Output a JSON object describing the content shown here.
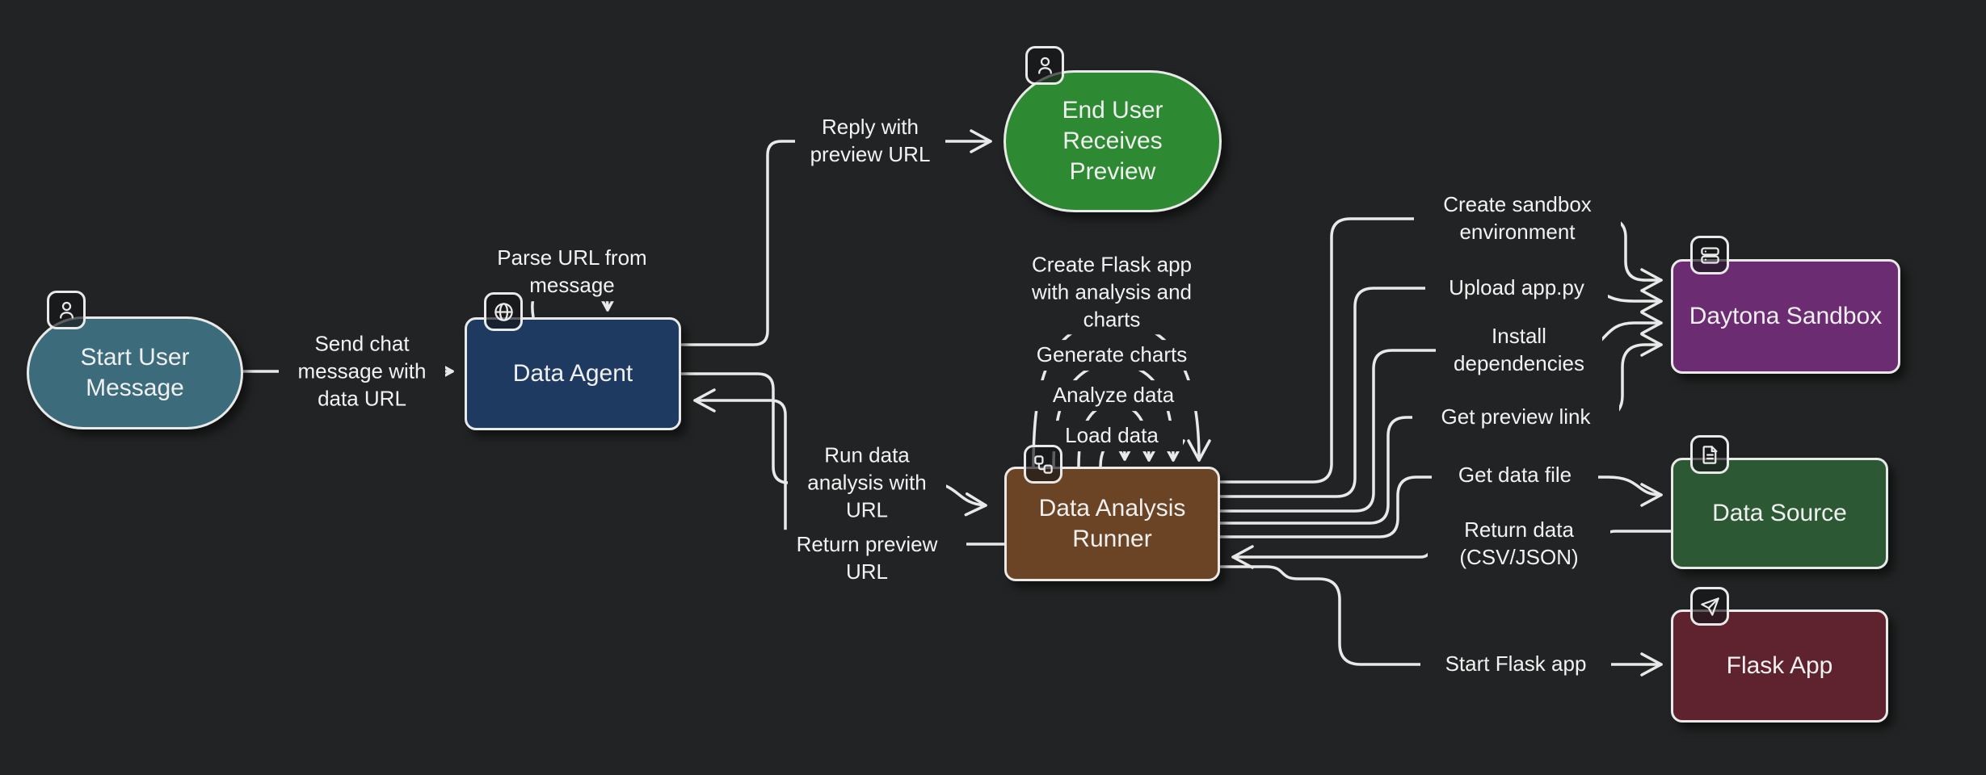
{
  "canvas": {
    "background": "#222324",
    "line_color": "#e9e9e9",
    "text_color": "#f0f0f0"
  },
  "nodes": {
    "start_user": {
      "label": "Start User Message",
      "color": "#3C6C7C",
      "icon": "user-icon",
      "shape": "stadium"
    },
    "data_agent": {
      "label": "Data Agent",
      "color": "#1F3A60",
      "icon": "globe-icon",
      "shape": "rect"
    },
    "end_user": {
      "label": "End User Receives Preview",
      "color": "#2D8A32",
      "icon": "user-icon",
      "shape": "stadium"
    },
    "data_analysis_runner": {
      "label": "Data Analysis Runner",
      "color": "#6A4424",
      "icon": "workflow-icon",
      "shape": "rect"
    },
    "daytona_sandbox": {
      "label": "Daytona Sandbox",
      "color": "#6B2C72",
      "icon": "server-icon",
      "shape": "rect"
    },
    "data_source": {
      "label": "Data Source",
      "color": "#2C5934",
      "icon": "file-text-icon",
      "shape": "rect"
    },
    "flask_app": {
      "label": "Flask App",
      "color": "#5E232F",
      "icon": "send-icon",
      "shape": "rect"
    }
  },
  "edges": {
    "send_chat": {
      "label": "Send chat message with data URL",
      "from": "start_user",
      "to": "data_agent"
    },
    "parse_url": {
      "label": "Parse URL from message",
      "from": "data_agent",
      "to": "data_agent"
    },
    "reply_preview": {
      "label": "Reply with preview URL",
      "from": "data_agent",
      "to": "end_user"
    },
    "run_analysis": {
      "label": "Run data analysis with URL",
      "from": "data_agent",
      "to": "data_analysis_runner"
    },
    "return_preview": {
      "label": "Return preview URL",
      "from": "data_analysis_runner",
      "to": "data_agent"
    },
    "create_flask": {
      "label": "Create Flask app with analysis and charts",
      "from": "data_analysis_runner",
      "to": "data_analysis_runner"
    },
    "generate_charts": {
      "label": "Generate charts",
      "from": "data_analysis_runner",
      "to": "data_analysis_runner"
    },
    "analyze_data": {
      "label": "Analyze data",
      "from": "data_analysis_runner",
      "to": "data_analysis_runner"
    },
    "load_data": {
      "label": "Load data",
      "from": "data_analysis_runner",
      "to": "data_analysis_runner"
    },
    "create_sandbox": {
      "label": "Create sandbox environment",
      "from": "data_analysis_runner",
      "to": "daytona_sandbox"
    },
    "upload_app": {
      "label": "Upload app.py",
      "from": "data_analysis_runner",
      "to": "daytona_sandbox"
    },
    "install_deps": {
      "label": "Install dependencies",
      "from": "data_analysis_runner",
      "to": "daytona_sandbox"
    },
    "get_preview": {
      "label": "Get preview link",
      "from": "data_analysis_runner",
      "to": "daytona_sandbox"
    },
    "get_data_file": {
      "label": "Get data file",
      "from": "data_analysis_runner",
      "to": "data_source"
    },
    "return_data": {
      "label": "Return data (CSV/JSON)",
      "from": "data_source",
      "to": "data_analysis_runner"
    },
    "start_flask": {
      "label": "Start Flask app",
      "from": "data_analysis_runner",
      "to": "flask_app"
    }
  }
}
